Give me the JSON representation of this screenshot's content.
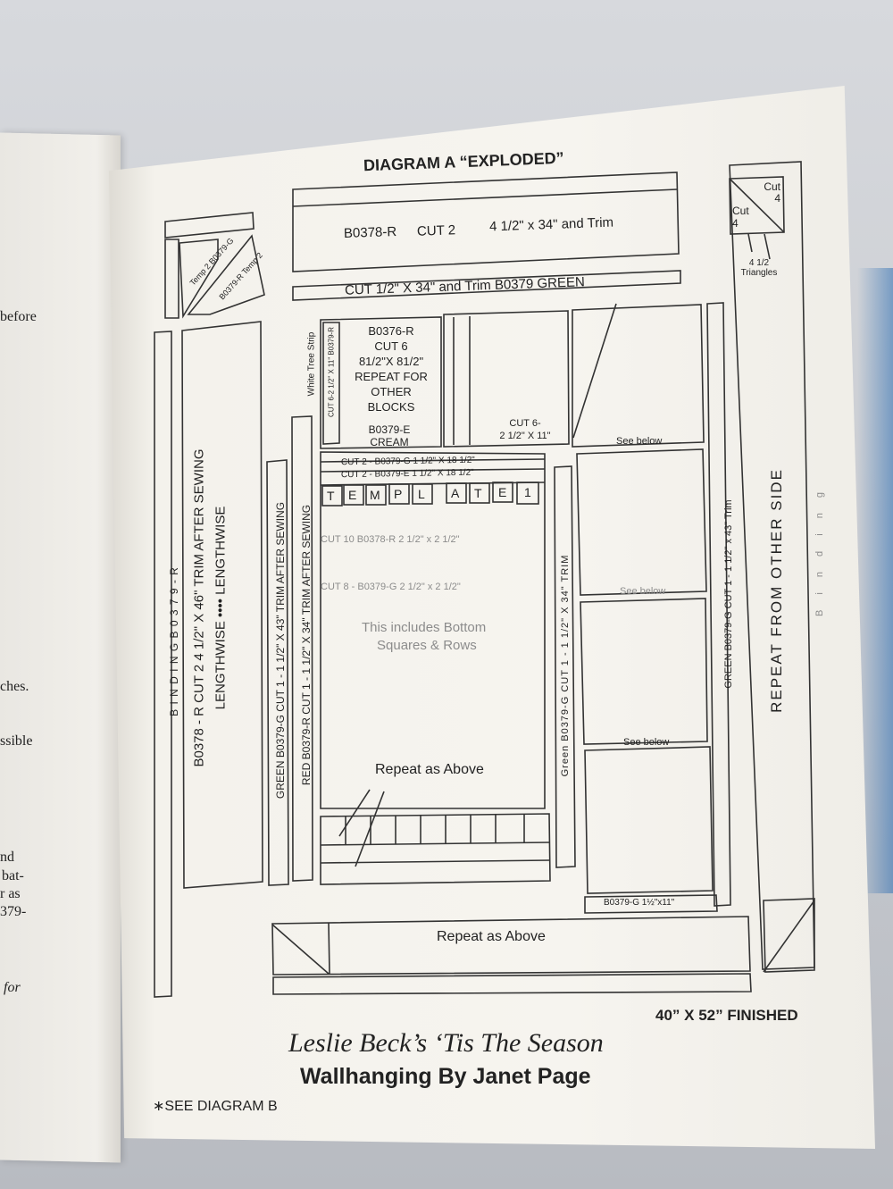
{
  "left_page": {
    "fragments": [
      "before",
      "ches.",
      "ssible",
      "nd",
      "bat-",
      "r as",
      "379-",
      "for"
    ]
  },
  "diagram": {
    "title": "DIAGRAM A “EXPLODED”",
    "top_border": {
      "fabric": "B0378-R",
      "cut": "CUT 2",
      "size": "4 1/2\" x 34\" and Trim"
    },
    "green_strip": "CUT 1/2\" X 34\" and Trim B0379 GREEN",
    "temp_corner": {
      "outer": "Temp 2 B0379-G",
      "inner": "B0379-R Temp 2"
    },
    "cut_triangle": {
      "top": "Cut 4",
      "left": "Cut 4",
      "note": "4 1/2 Triangles"
    },
    "binding_left": "B I N D I N G   B 0 3 7 9 - R",
    "left_border": {
      "line1": "B0378 - R CUT 2    4 1/2\" X 46\" TRIM AFTER SEWING",
      "line2": "LENGTHWISE   ••••   LENGTHWISE"
    },
    "green_strip_left": "GREEN B0379-G CUT 1 - 1 1/2\" X 43\" TRIM AFTER SEWING",
    "red_strip_left": "RED B0379-R  CUT 1 - 1 1/2\" X 34\" TRIM AFTER SEWING",
    "white_tree_strip": "White Tree Strip",
    "small_cut_strip": "CUT 6-2 1/2\" X 11\" B0379-R",
    "block_r": {
      "fabric": "B0376-R",
      "cut": "CUT 6",
      "size": "81/2\"X 81/2\"",
      "repeat1": "REPEAT FOR",
      "repeat2": "OTHER",
      "repeat3": "BLOCKS"
    },
    "cream_label": {
      "fabric": "B0379-E",
      "color": "CREAM"
    },
    "cut6_strip": {
      "line1": "CUT 6-",
      "line2": "2 1/2\" X 11\""
    },
    "see_below": [
      "See below",
      "See below",
      "See below"
    ],
    "cut2_lines": [
      "CUT 2 - B0379-G 1 1/2\" X 18 1/2\"",
      "CUT 2 - B0379-E 1 1/2\" X 18 1/2\""
    ],
    "template_letters": [
      "T",
      "E",
      "M",
      "P",
      "L",
      "A",
      "T",
      "E",
      "1"
    ],
    "cut10": "CUT 10   B0378-R 2 1/2\" x 2 1/2\"",
    "cut8": "CUT 8 - B0379-G 2 1/2\" x 2 1/2\"",
    "includes1": "This includes Bottom",
    "includes2": "Squares & Rows",
    "repeat_above": "Repeat as Above",
    "repeat_above_bottom": "Repeat as Above",
    "green_vertical": "Green  B0379-G  CUT 1 - 1 1/2\" X 34\" TRIM",
    "green_right": "GREEN B0379-G CUT 1 - 1 1/2\" x 43\" Trim",
    "repeat_other_side": "REPEAT FROM OTHER SIDE",
    "binding_right": "B i n d i n g",
    "small_label": "B0379-G 1½\"x11\"",
    "finished": "40” X 52” FINISHED",
    "credit_line1": "Leslie Beck’s ‘Tis The Season",
    "credit_line2": "Wallhanging By Janet Page",
    "footnote": "∗SEE DIAGRAM B"
  },
  "colors": {
    "ink": "#222222",
    "paper": "#f5f3ee",
    "surface": "#c9ccd2"
  }
}
